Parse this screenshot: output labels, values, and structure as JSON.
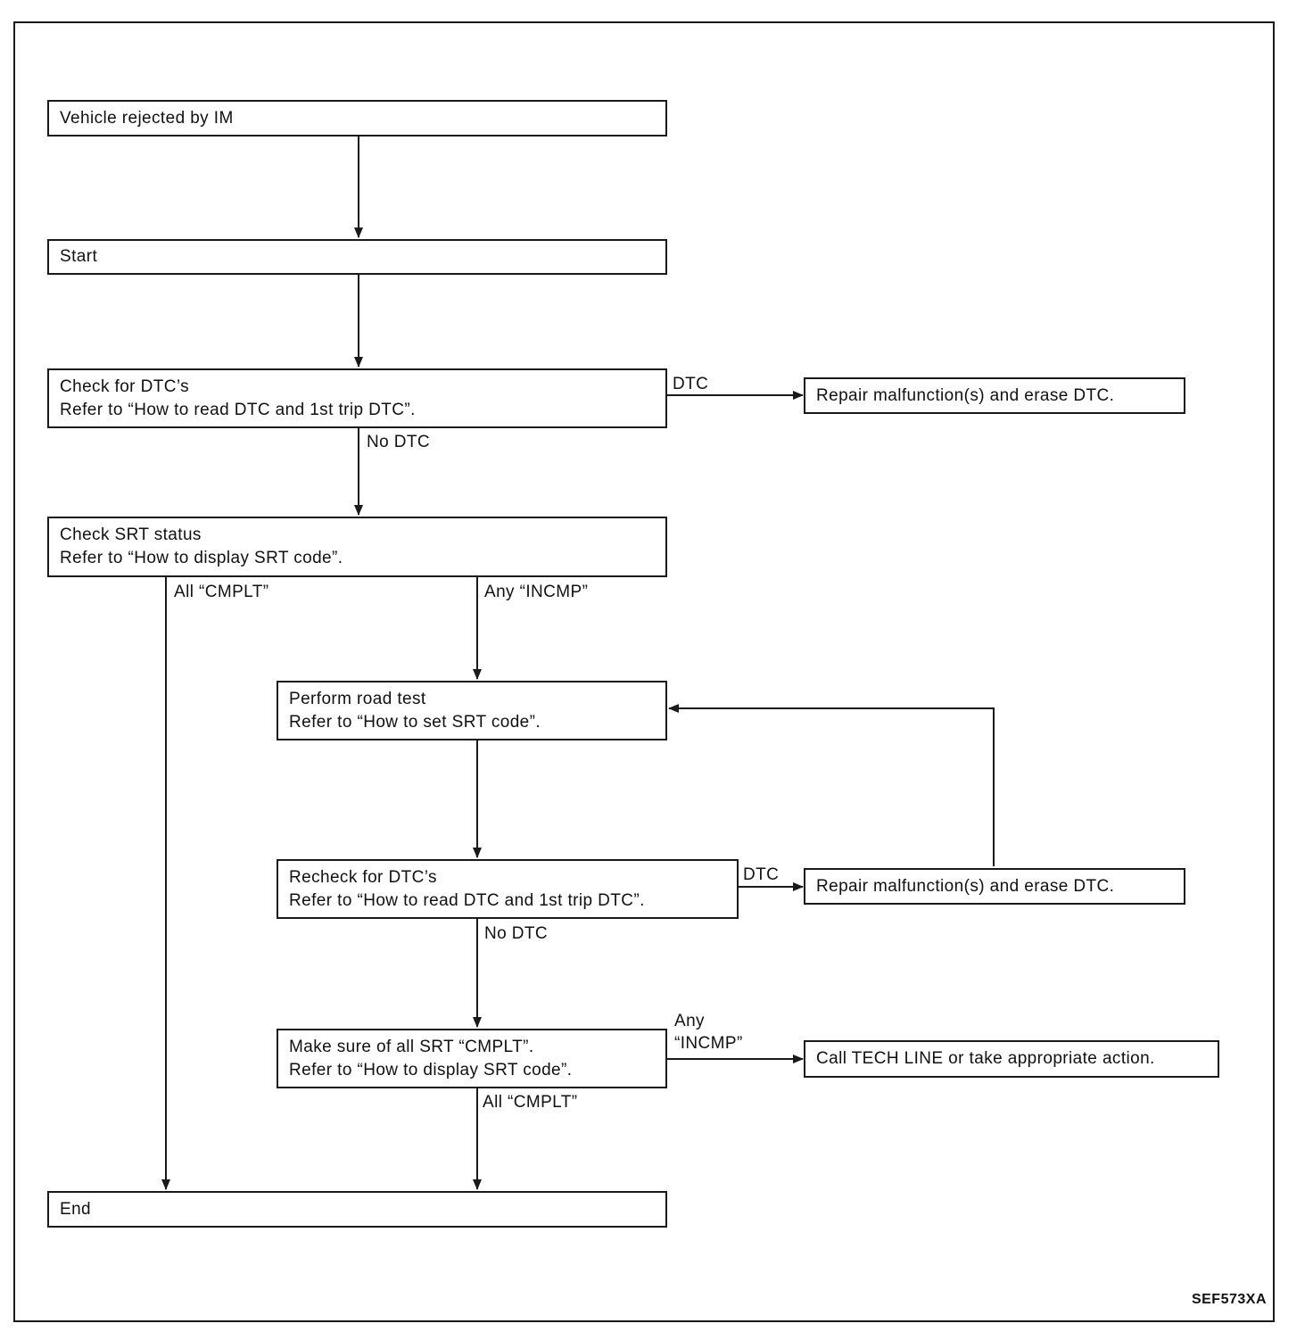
{
  "boxes": {
    "vehicle_rejected": {
      "lines": [
        "Vehicle rejected by IM"
      ]
    },
    "start": {
      "lines": [
        "Start"
      ]
    },
    "check_dtc": {
      "lines": [
        "Check for DTC’s",
        "Refer to “How to read DTC and 1st trip DTC”."
      ]
    },
    "repair_1": {
      "lines": [
        "Repair malfunction(s) and erase DTC."
      ]
    },
    "check_srt": {
      "lines": [
        "Check SRT status",
        "Refer to “How to display SRT code”."
      ]
    },
    "road_test": {
      "lines": [
        "Perform road test",
        "Refer to “How to set SRT code”."
      ]
    },
    "recheck_dtc": {
      "lines": [
        "Recheck for DTC’s",
        "Refer to “How to read DTC and 1st trip DTC”."
      ]
    },
    "repair_2": {
      "lines": [
        "Repair malfunction(s) and erase DTC."
      ]
    },
    "make_sure_srt": {
      "lines": [
        "Make sure of all SRT “CMPLT”.",
        "Refer to “How to display SRT code”."
      ]
    },
    "call_tech": {
      "lines": [
        "Call TECH LINE or take appropriate action."
      ]
    },
    "end": {
      "lines": [
        "End"
      ]
    }
  },
  "edge_labels": {
    "dtc_1": "DTC",
    "no_dtc_1": "No DTC",
    "all_cmplt_1": "All “CMPLT”",
    "any_incmp_1": "Any “INCMP”",
    "dtc_2": "DTC",
    "no_dtc_2": "No DTC",
    "any_incmp_2": [
      "Any",
      "“INCMP”"
    ],
    "all_cmplt_2": "All “CMPLT”"
  },
  "figure_code": "SEF573XA"
}
